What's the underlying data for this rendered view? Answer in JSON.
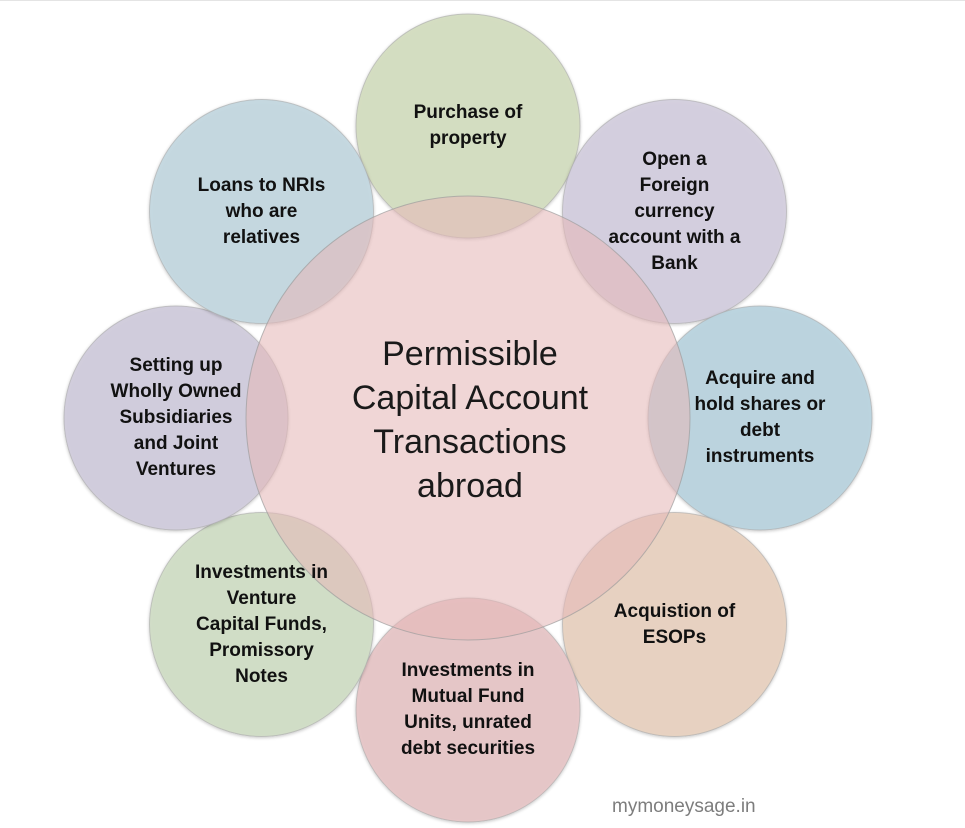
{
  "center": {
    "text": "Permissible\nCapital Account\nTransactions\nabroad",
    "color": "#e6b8b8"
  },
  "nodes": [
    {
      "id": "purchase-of-property",
      "text": "Purchase of\nproperty",
      "color": "#d3dcbf"
    },
    {
      "id": "foreign-currency-account",
      "text": "Open a\nForeign\ncurrency\naccount with a\nBank",
      "color": "#d2cddd"
    },
    {
      "id": "acquire-shares-debt",
      "text": "Acquire and\nhold shares or\ndebt\ninstruments",
      "color": "#b9d3de"
    },
    {
      "id": "acquisition-of-esops",
      "text": "Acquistion of\nESOPs",
      "color": "#e7d0bf"
    },
    {
      "id": "mutual-fund-investments",
      "text": "Investments in\nMutual Fund\nUnits, unrated\ndebt securities",
      "color": "#e6c4c6"
    },
    {
      "id": "venture-capital-investments",
      "text": "Investments in\nVenture\nCapital Funds,\nPromissory\nNotes",
      "color": "#cfdcc4"
    },
    {
      "id": "subsidiaries-joint-ventures",
      "text": "Setting up\nWholly Owned\nSubsidiaries\nand Joint\nVentures",
      "color": "#cfcbdb"
    },
    {
      "id": "loans-to-nris",
      "text": "Loans to NRIs\nwho are\nrelatives",
      "color": "#c2d7e0"
    }
  ],
  "watermark": "mymoneysage.in"
}
